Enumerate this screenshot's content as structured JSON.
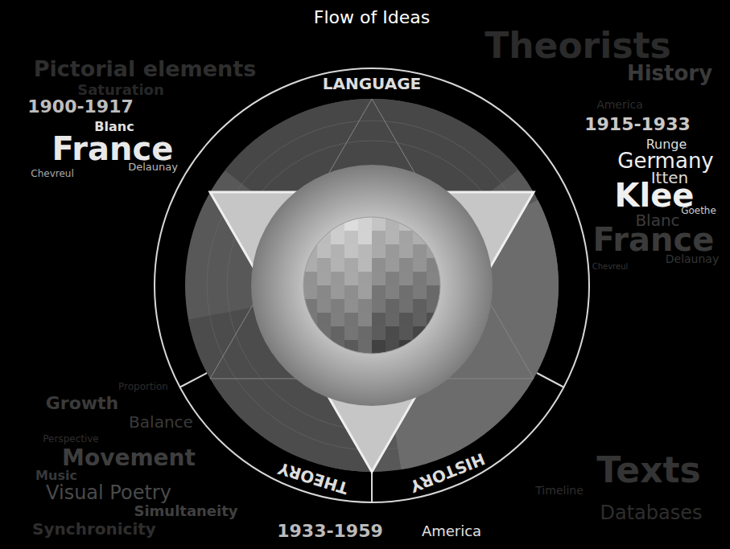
{
  "diagram": {
    "title": "Flow of Ideas",
    "labels": [
      "Pictorial elements",
      "Saturation",
      "1900-1917",
      "Blanc",
      "France",
      "Delaunay",
      "Chevreul",
      "Theorists",
      "History",
      "America",
      "1915-1933",
      "Runge",
      "Germany",
      "Itten",
      "Klee",
      "Goethe",
      "Blanc",
      "France",
      "Delaunay",
      "Chevreul",
      "LANGUAGE",
      "THEORY",
      "HISTORY",
      "Proportion",
      "Growth",
      "Balance",
      "Perspective",
      "Movement",
      "Music",
      "Visual Poetry",
      "Simultaneity",
      "Synchronicity",
      "1933-1959",
      "America",
      "Texts",
      "Timeline",
      "Databases"
    ]
  }
}
